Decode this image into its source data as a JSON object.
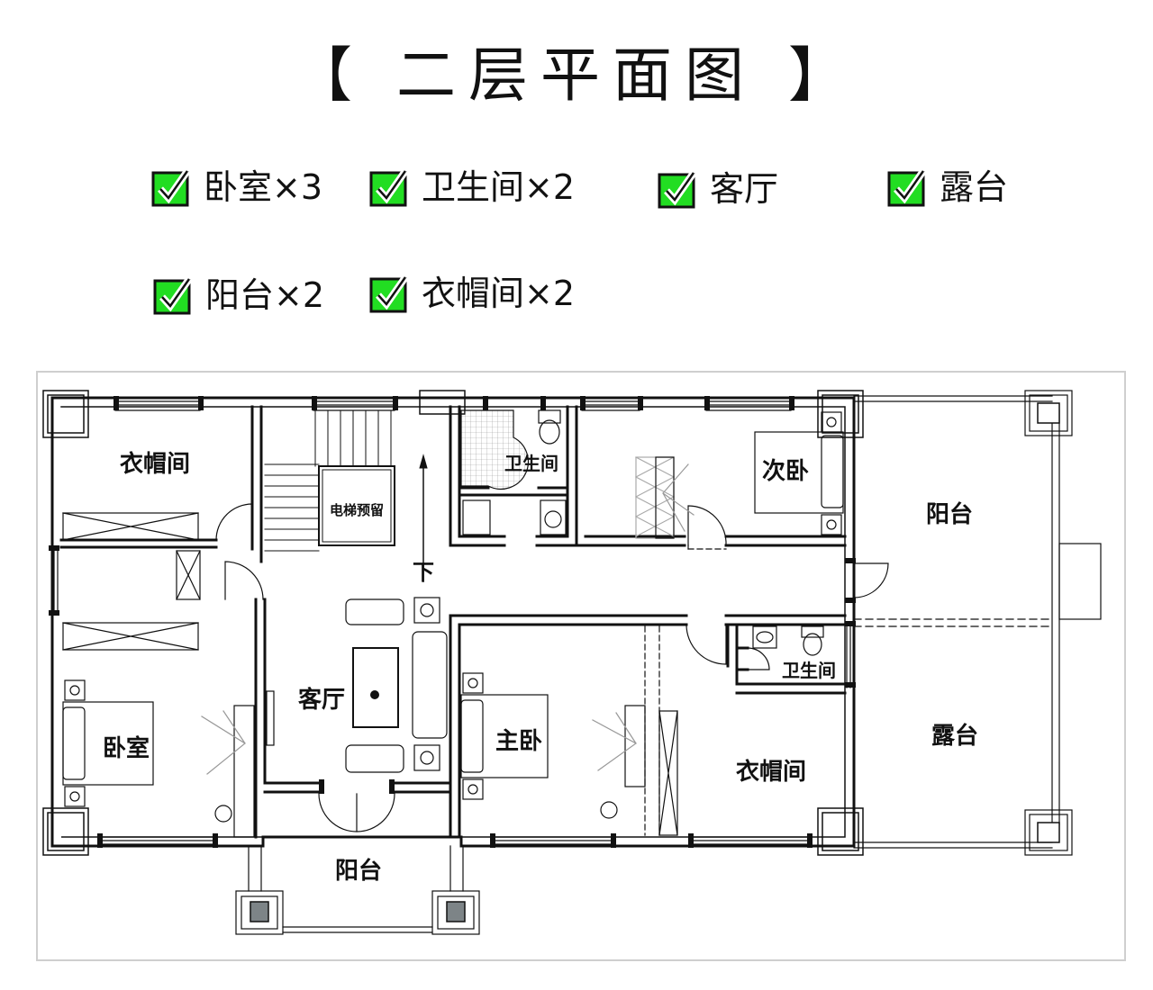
{
  "title": "【 二层平面图 】",
  "features": [
    {
      "label": "卧室×3"
    },
    {
      "label": "卫生间×2"
    },
    {
      "label": "客厅"
    },
    {
      "label": "露台"
    },
    {
      "label": "阳台×2"
    },
    {
      "label": "衣帽间×2"
    }
  ],
  "colors": {
    "check_fill": "#22dd22",
    "check_mark": "#ffffff",
    "wall": "#111111",
    "frame": "#cfcfcf"
  },
  "plan": {
    "rooms": {
      "closet_left": "衣帽间",
      "elevator": "电梯预留",
      "bath_top": "卫生间",
      "second_bed": "次卧",
      "balcony_right": "阳台",
      "down": "下",
      "living": "客厅",
      "bath_right": "卫生间",
      "bedroom": "卧室",
      "master_bed": "主卧",
      "terrace": "露台",
      "closet_right": "衣帽间",
      "balcony_bottom": "阳台"
    }
  }
}
